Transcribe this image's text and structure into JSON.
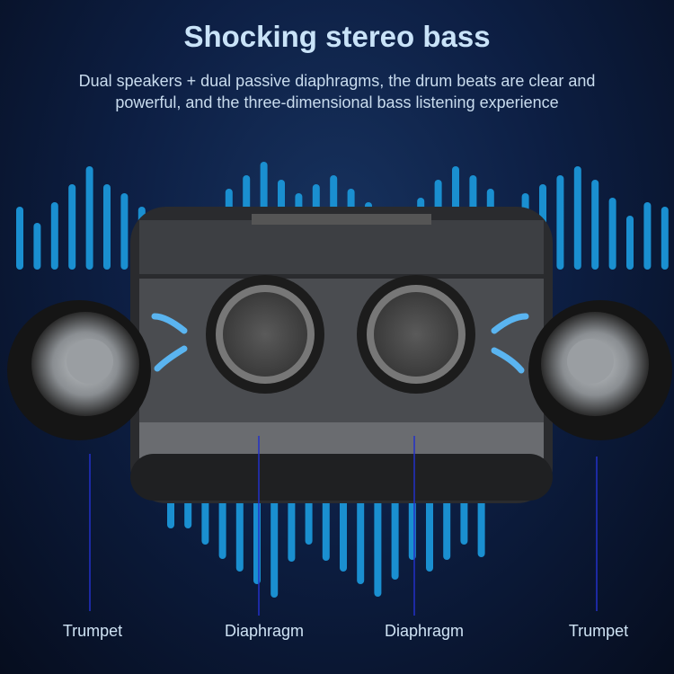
{
  "headline": "Shocking stereo bass",
  "description": "Dual speakers + dual passive diaphragms, the drum beats are clear and powerful, and the three-dimensional bass listening experience",
  "labels": [
    "Trumpet",
    "Diaphragm",
    "Diaphragm",
    "Trumpet"
  ],
  "colors": {
    "bars": "#1a8fd0",
    "text": "#c9e3f8",
    "leader_line": "#2230c8"
  }
}
